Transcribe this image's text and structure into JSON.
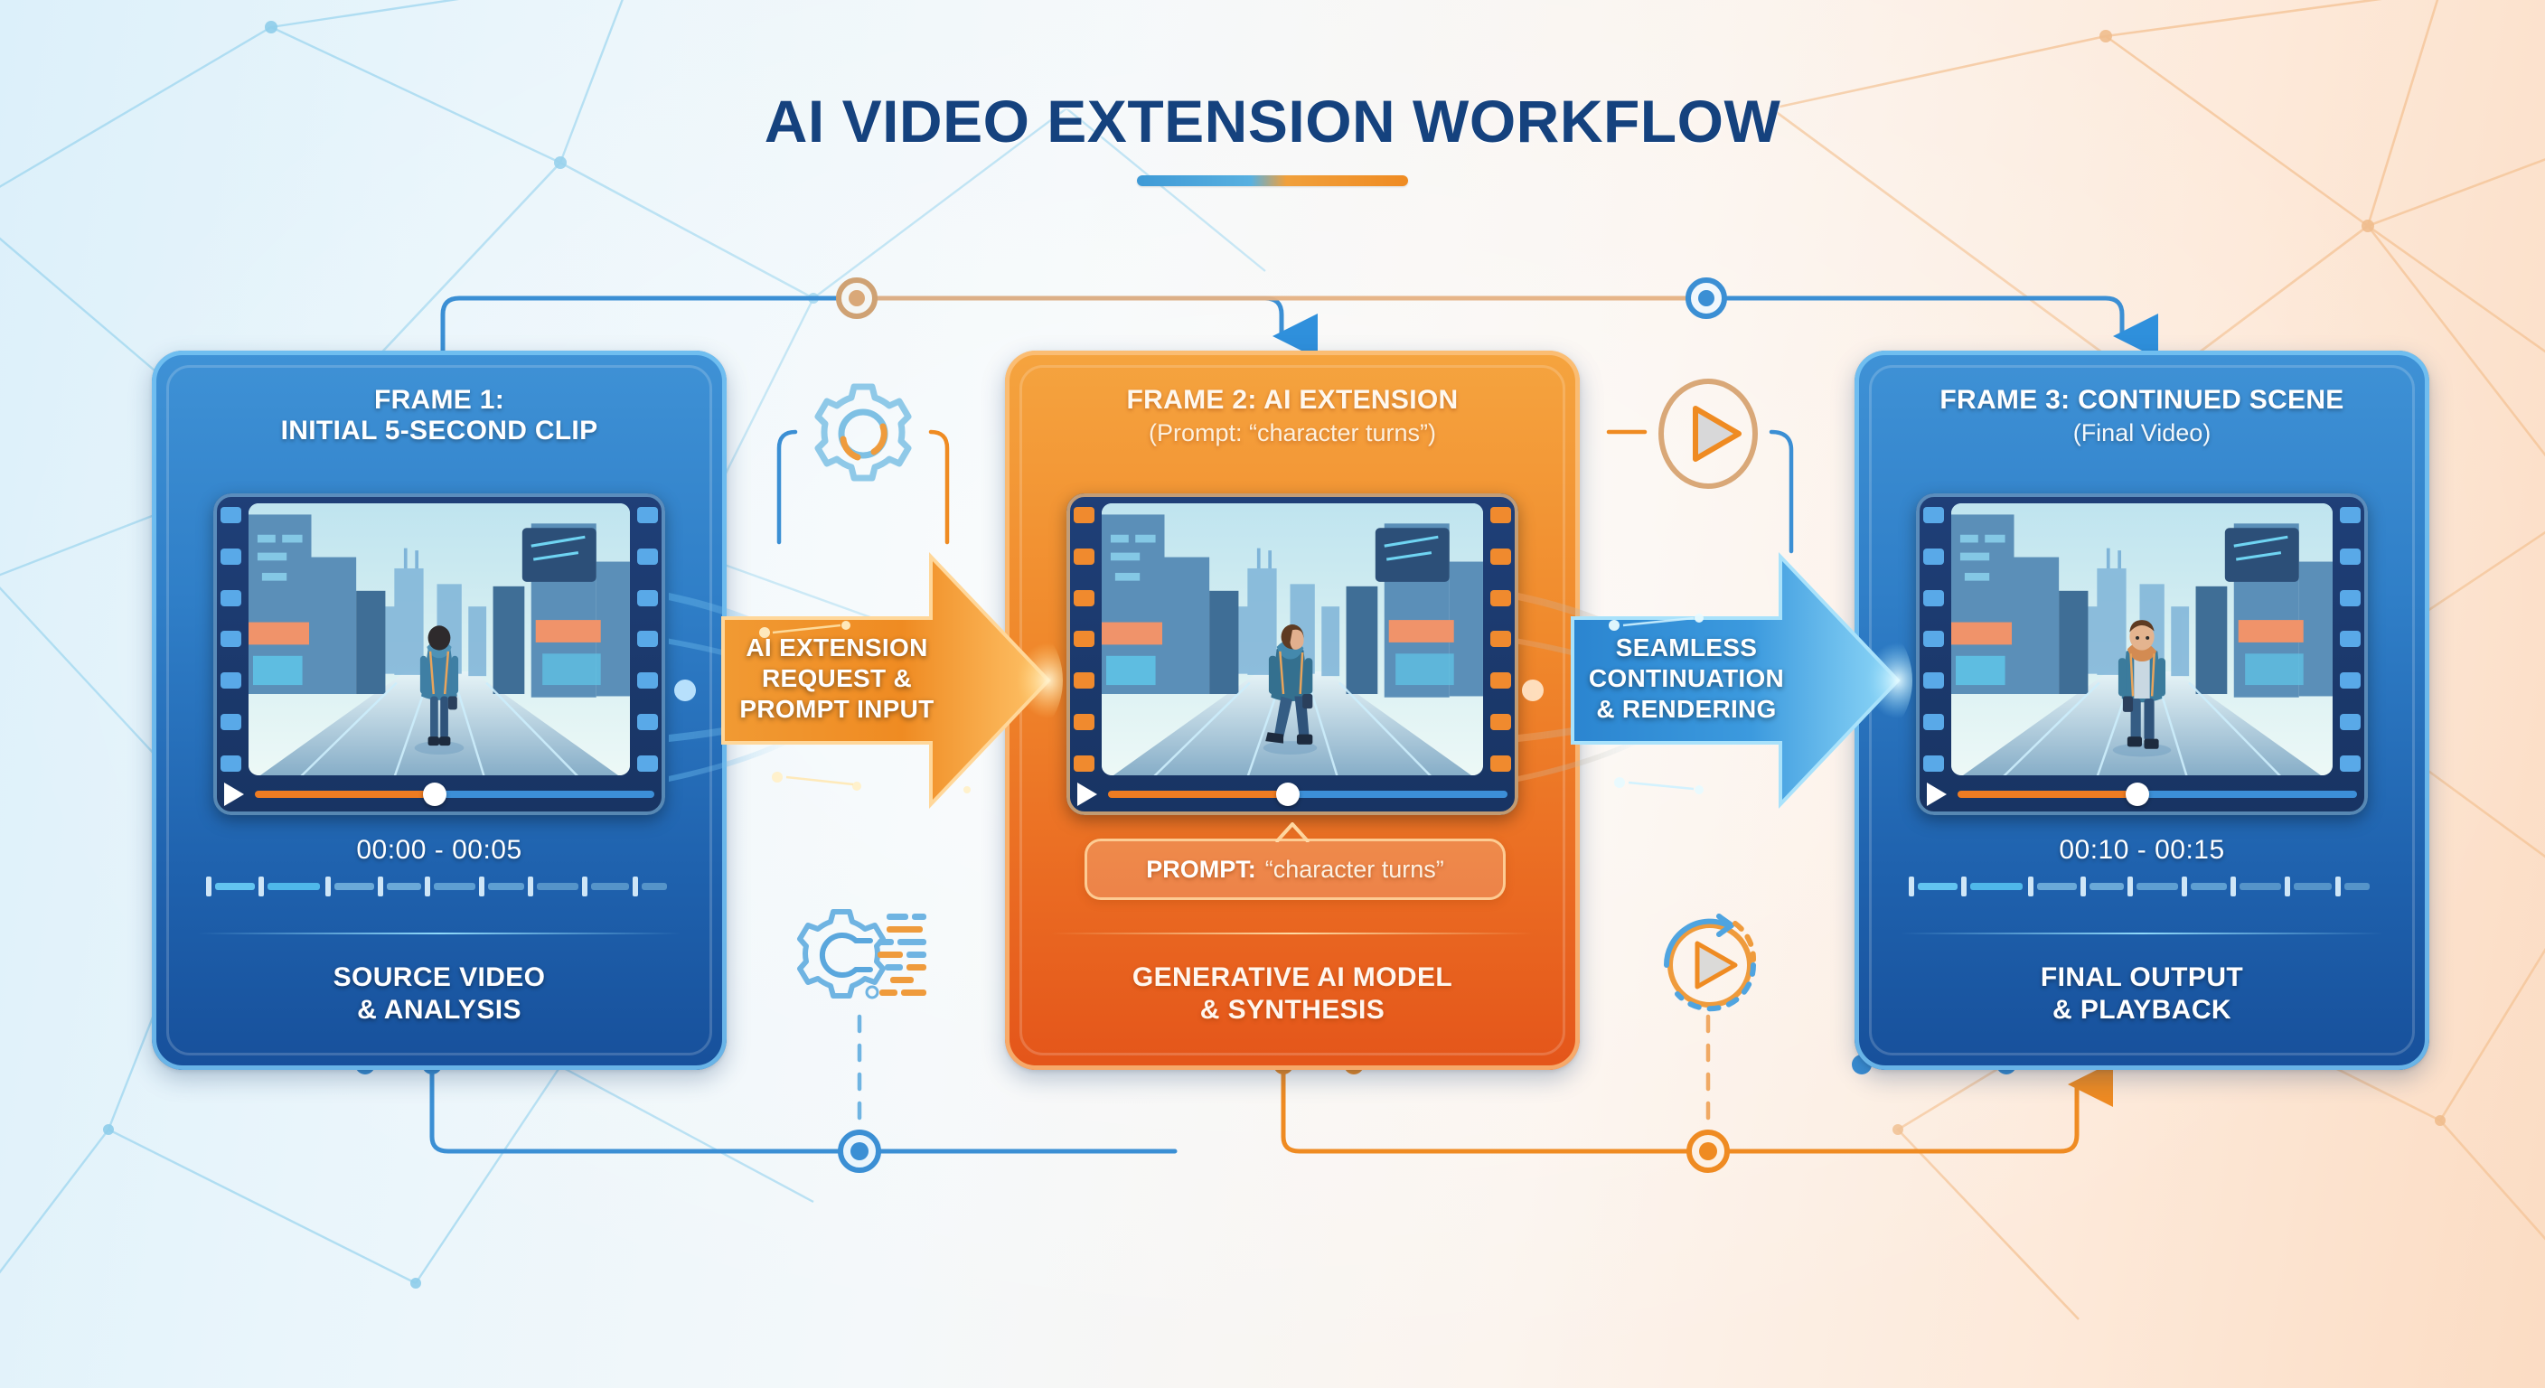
{
  "header": {
    "title": "AI VIDEO EXTENSION WORKFLOW",
    "accent_blue": "#3f9ad6",
    "accent_orange": "#ef8b22",
    "title_color": "#15427e"
  },
  "cards": [
    {
      "id": "frame-1",
      "title": "FRAME 1:",
      "title_line2": "INITIAL 5-SECOND CLIP",
      "subtitle": "",
      "timestamp": "00:00 - 00:05",
      "footer_line1": "SOURCE VIDEO",
      "footer_line2": "& ANALYSIS",
      "accent": "#2f7ec7",
      "progress": "45%",
      "scene": "character walking away, back view, futuristic city street"
    },
    {
      "id": "frame-2",
      "title": "FRAME 2: AI EXTENSION",
      "title_line2": "",
      "subtitle": "(Prompt: “character turns”)",
      "prompt_label": "PROMPT:",
      "prompt_value": "“character turns”",
      "timestamp": "",
      "footer_line1": "GENERATIVE AI MODEL",
      "footer_line2": "& SYNTHESIS",
      "accent": "#ea6a22",
      "progress": "45%",
      "scene": "character mid-turn, side profile, futuristic city street"
    },
    {
      "id": "frame-3",
      "title": "FRAME 3: CONTINUED SCENE",
      "title_line2": "",
      "subtitle": "(Final Video)",
      "timestamp": "00:10 - 00:15",
      "footer_line1": "FINAL OUTPUT",
      "footer_line2": "& PLAYBACK",
      "accent": "#2f7ec7",
      "progress": "45%",
      "scene": "character facing forward, walking toward viewer, futuristic city street"
    }
  ],
  "arrows": [
    {
      "id": "arrow-1",
      "line1": "AI EXTENSION",
      "line2": "REQUEST &",
      "line3": "PROMPT INPUT",
      "color": "#ef8b22"
    },
    {
      "id": "arrow-2",
      "line1": "SEAMLESS",
      "line2": "CONTINUATION",
      "line3": "& RENDERING",
      "color": "#2f90dc"
    }
  ],
  "icons": [
    {
      "id": "gear-top-left",
      "name": "gear-icon"
    },
    {
      "id": "play-top-right",
      "name": "play-circle-icon"
    },
    {
      "id": "gear-data-bottom-left",
      "name": "gear-data-icon"
    },
    {
      "id": "play-loop-bottom-right",
      "name": "play-loop-icon"
    }
  ]
}
